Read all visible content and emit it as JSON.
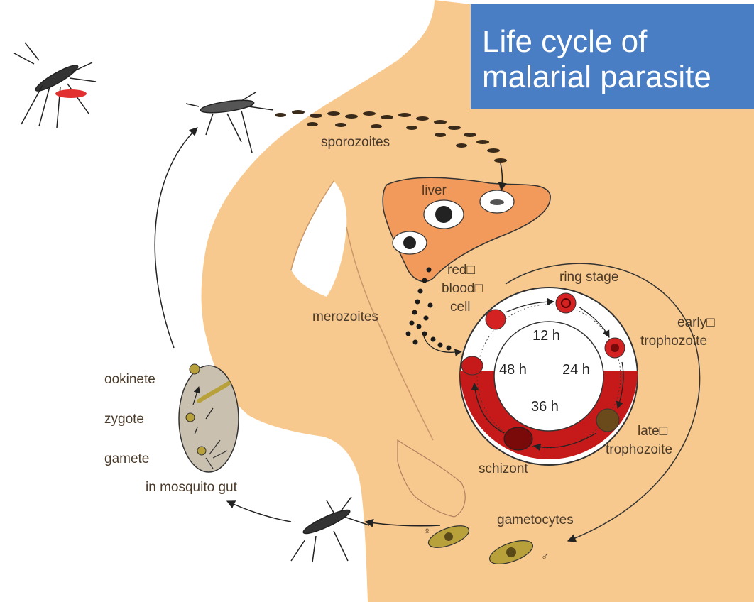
{
  "title": {
    "line1": "Life cycle of",
    "line2": "malarial parasite"
  },
  "labels": {
    "sporozoites": "sporozoites",
    "liver": "liver",
    "merozoites": "merozoites",
    "rbc_line1": "red□",
    "rbc_line2": "blood□",
    "rbc_line3": "cell",
    "ring_stage": "ring stage",
    "early_troph_line1": "early□",
    "early_troph_line2": "trophozoite",
    "late_troph_line1": "late□",
    "late_troph_line2": "trophozoite",
    "schizont": "schizont",
    "gametocytes": "gametocytes",
    "female_symbol": "♀",
    "male_symbol": "♂",
    "ookinete": "ookinete",
    "zygote": "zygote",
    "gamete": "gamete",
    "mosquito_gut": "in mosquito gut"
  },
  "hours": {
    "h12": "12 h",
    "h24": "24 h",
    "h36": "36 h",
    "h48": "48 h"
  },
  "colors": {
    "skin": "#f8c98e",
    "liver": "#f29a5c",
    "blood": "#c61a1a",
    "cell_red": "#d42222",
    "gut": "#c9c0b0",
    "gametocyte": "#b8a13a",
    "title_bg": "#4a7ec4"
  }
}
